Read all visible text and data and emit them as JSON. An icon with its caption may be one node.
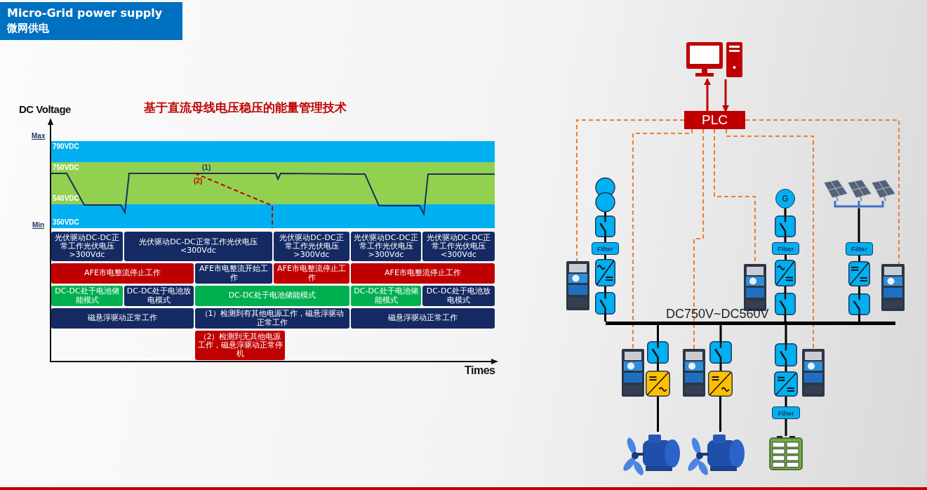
{
  "diagram": {
    "nodes": [
      {
        "text": [
          "Micro-Grid power supply",
          "微网供电"
        ]
      },
      {
        "text": [
          "光伏驱动DC-DC正常工作光伏电压>300Vdc"
        ]
      },
      {
        "text": [
          "光伏驱动DC-DC正常工作光伏电压<300Vdc"
        ]
      },
      {
        "text": [
          "光伏驱动DC-DC正常工作光伏电压>300Vdc"
        ]
      },
      {
        "text": [
          "光伏驱动DC-DC正常工作光伏电压>300Vdc"
        ]
      },
      {
        "text": [
          "光伏驱动DC-DC正常工作光伏电压<300Vdc"
        ]
      },
      {
        "text": [
          "AFE市电整流停止工作"
        ]
      },
      {
        "text": [
          "AFE市电整流开始工作"
        ]
      },
      {
        "text": [
          "AFE市电整流停止工作"
        ]
      },
      {
        "text": [
          "AFE市电整流停止工作"
        ]
      },
      {
        "text": [
          "DC-DC处于电池储能模式"
        ]
      },
      {
        "text": [
          "DC-DC处于电池放电模式"
        ]
      },
      {
        "text": [
          "DC-DC处于电池储能模式"
        ]
      },
      {
        "text": [
          "DC-DC处于电池储能模式"
        ]
      },
      {
        "text": [
          "DC-DC处于电池放电模式"
        ]
      },
      {
        "text": [
          "磁悬浮驱动正常工作"
        ]
      },
      {
        "text": [
          "（1）检测到有其他电源工作，磁悬浮驱动正常工作"
        ]
      },
      {
        "text": [
          "磁悬浮驱动正常工作"
        ]
      },
      {
        "text": [
          "（2）检测到无其他电源工作，磁悬浮驱动正常停机"
        ]
      },
      {
        "text": [],
        "shape": "picture"
      },
      {
        "text": [
          "PLC"
        ]
      },
      {
        "text": [],
        "shape": "circle"
      },
      {
        "text": [],
        "shape": "box"
      },
      {
        "text": [
          "Filter"
        ]
      },
      {
        "text": [],
        "shape": "box"
      },
      {
        "text": [],
        "shape": "box"
      },
      {
        "text": [
          "G"
        ]
      },
      {
        "text": [],
        "shape": "box"
      },
      {
        "text": [
          "Filter"
        ]
      },
      {
        "text": [],
        "shape": "box"
      },
      {
        "text": [],
        "shape": "box"
      },
      {
        "text": [],
        "shape": "picture"
      },
      {
        "text": [
          "Filter"
        ]
      },
      {
        "text": [],
        "shape": "box"
      },
      {
        "text": [],
        "shape": "box"
      },
      {
        "text": [],
        "shape": "bar"
      },
      {
        "text": [],
        "shape": "box"
      },
      {
        "text": [],
        "shape": "box"
      },
      {
        "text": [],
        "shape": "picture"
      },
      {
        "text": [],
        "shape": "box"
      },
      {
        "text": [],
        "shape": "box"
      },
      {
        "text": [],
        "shape": "picture"
      },
      {
        "text": [],
        "shape": "box"
      },
      {
        "text": [],
        "shape": "box"
      },
      {
        "text": [
          "Filter"
        ]
      },
      {
        "text": [],
        "shape": "picture"
      },
      {
        "text": [],
        "shape": "picture"
      },
      {
        "text": [],
        "shape": "picture"
      },
      {
        "text": [],
        "shape": "picture"
      },
      {
        "text": [],
        "shape": "picture"
      },
      {
        "text": [],
        "shape": "picture"
      },
      {
        "text": [],
        "shape": "picture"
      }
    ],
    "edges": [
      {
        "from": 20,
        "to": 19,
        "arrow": "to",
        "color": "#c00000"
      },
      {
        "from": 19,
        "to": 20,
        "arrow": "to",
        "color": "#c00000"
      },
      {
        "from": 20,
        "to": 46,
        "arrow": "none",
        "style": "dashed",
        "color": "#ed7d31"
      },
      {
        "from": 20,
        "to": 47,
        "arrow": "none",
        "style": "dashed",
        "color": "#ed7d31"
      },
      {
        "from": 20,
        "to": 48,
        "arrow": "none",
        "style": "dashed",
        "color": "#ed7d31"
      },
      {
        "from": 20,
        "to": 49,
        "arrow": "none",
        "style": "dashed",
        "color": "#ed7d31"
      },
      {
        "from": 20,
        "to": 50,
        "arrow": "none",
        "style": "dashed",
        "color": "#ed7d31"
      },
      {
        "from": 20,
        "to": 51,
        "arrow": "none",
        "style": "dashed",
        "color": "#ed7d31"
      },
      {
        "from": 21,
        "to": 22,
        "arrow": "none"
      },
      {
        "from": 22,
        "to": 23,
        "arrow": "none"
      },
      {
        "from": 23,
        "to": 24,
        "arrow": "none"
      },
      {
        "from": 24,
        "to": 25,
        "arrow": "none"
      },
      {
        "from": 25,
        "to": 35,
        "arrow": "none"
      },
      {
        "from": 26,
        "to": 27,
        "arrow": "none"
      },
      {
        "from": 27,
        "to": 28,
        "arrow": "none"
      },
      {
        "from": 28,
        "to": 29,
        "arrow": "none"
      },
      {
        "from": 29,
        "to": 30,
        "arrow": "none"
      },
      {
        "from": 30,
        "to": 35,
        "arrow": "none"
      },
      {
        "from": 31,
        "to": 32,
        "arrow": "none"
      },
      {
        "from": 32,
        "to": 33,
        "arrow": "none"
      },
      {
        "from": 33,
        "to": 34,
        "arrow": "none"
      },
      {
        "from": 34,
        "to": 35,
        "arrow": "none"
      },
      {
        "from": 35,
        "to": 36,
        "arrow": "none"
      },
      {
        "from": 36,
        "to": 37,
        "arrow": "none"
      },
      {
        "from": 37,
        "to": 38,
        "arrow": "none"
      },
      {
        "from": 35,
        "to": 39,
        "arrow": "none"
      },
      {
        "from": 39,
        "to": 40,
        "arrow": "none"
      },
      {
        "from": 40,
        "to": 41,
        "arrow": "none"
      },
      {
        "from": 35,
        "to": 42,
        "arrow": "none"
      },
      {
        "from": 42,
        "to": 43,
        "arrow": "none"
      },
      {
        "from": 43,
        "to": 44,
        "arrow": "none"
      },
      {
        "from": 44,
        "to": 45,
        "arrow": "none"
      }
    ],
    "labels": [
      "基于直流母线电压稳压的能量管理技术",
      "DC Voltage",
      "Max",
      "790VDC",
      "750VDC",
      "540VDC",
      "Min",
      "350VDC",
      "(1)",
      "(2)",
      "Times",
      "DC750V~DC560V"
    ]
  }
}
